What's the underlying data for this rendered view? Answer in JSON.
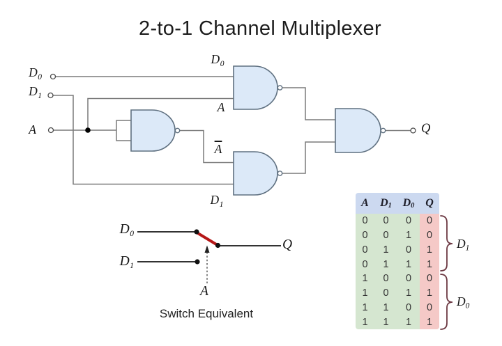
{
  "title": "2-to-1 Channel Multiplexer",
  "circuit": {
    "input_d0": {
      "base": "D",
      "sub": "0"
    },
    "input_d1": {
      "base": "D",
      "sub": "1"
    },
    "input_a": {
      "base": "A"
    },
    "gate_top_in_d0": {
      "base": "D",
      "sub": "0"
    },
    "gate_top_in_a": {
      "base": "A"
    },
    "gate_bottom_in_abar": {
      "base": "A",
      "overline": true
    },
    "gate_bottom_in_d1": {
      "base": "D",
      "sub": "1"
    },
    "output_q": {
      "base": "Q"
    }
  },
  "switch_diagram": {
    "label_d0": {
      "base": "D",
      "sub": "0"
    },
    "label_d1": {
      "base": "D",
      "sub": "1"
    },
    "label_q": {
      "base": "Q"
    },
    "label_a": {
      "base": "A"
    },
    "caption": "Switch Equivalent"
  },
  "truth_table": {
    "headers": [
      {
        "base": "A"
      },
      {
        "base": "D",
        "sub": "1"
      },
      {
        "base": "D",
        "sub": "0"
      },
      {
        "base": "Q"
      }
    ],
    "rows": [
      [
        "0",
        "0",
        "0",
        "0"
      ],
      [
        "0",
        "0",
        "1",
        "0"
      ],
      [
        "0",
        "1",
        "0",
        "1"
      ],
      [
        "0",
        "1",
        "1",
        "1"
      ],
      [
        "1",
        "0",
        "0",
        "0"
      ],
      [
        "1",
        "0",
        "1",
        "1"
      ],
      [
        "1",
        "1",
        "0",
        "0"
      ],
      [
        "1",
        "1",
        "1",
        "1"
      ]
    ],
    "group_top_label": {
      "base": "D",
      "sub": "1"
    },
    "group_bottom_label": {
      "base": "D",
      "sub": "0"
    }
  },
  "colors": {
    "gate_fill": "#dce9f8",
    "gate_stroke": "#5f7080",
    "wire": "#7a7a7a",
    "black_wire": "#151515",
    "wiper_red": "#b51717",
    "table_header_bg": "#ccd9f0",
    "table_body_bg": "#d5e6d0",
    "table_q_bg": "#f5c9c7",
    "brace": "#6d3a44"
  }
}
